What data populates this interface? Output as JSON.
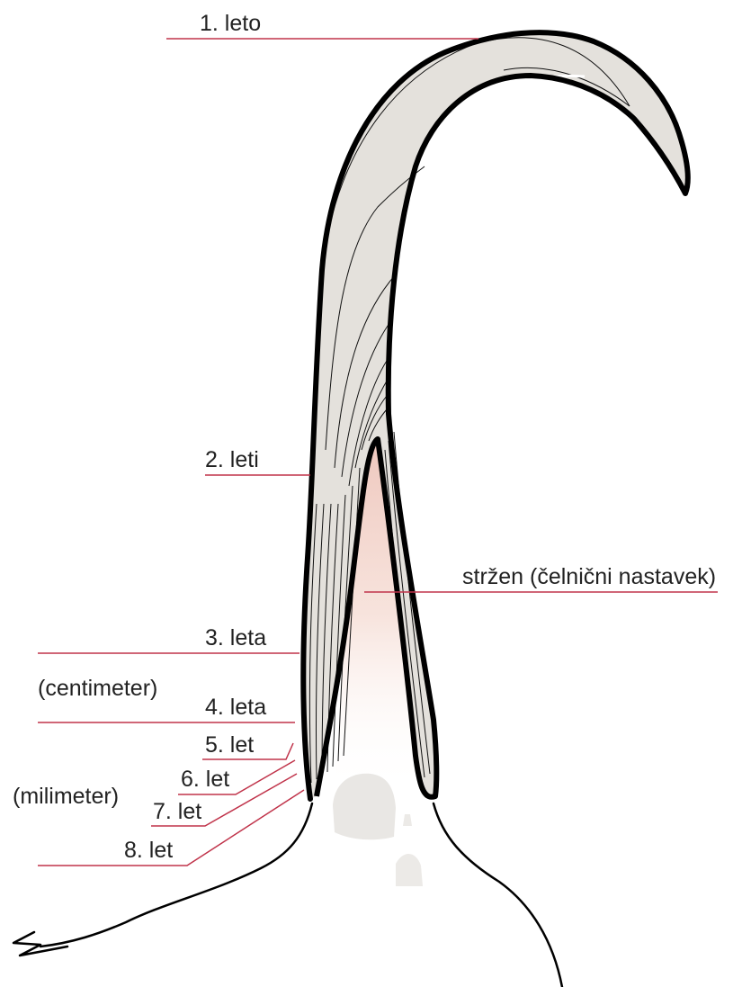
{
  "labels": {
    "year_1": "1. leto",
    "year_2": "2. leti",
    "year_3": "3. leta",
    "year_4": "4. leta",
    "year_5": "5. let",
    "year_6": "6. let",
    "year_7": "7. let",
    "year_8": "8. let",
    "core": "stržen (čelnični nastavek)",
    "centimeter": "(centimeter)",
    "millimeter": "(milimeter)"
  },
  "colors": {
    "leader_line": "#c0334a",
    "horn_fill": "#e4e1dc",
    "core_fill": "#e9b5a8",
    "outline": "#000000"
  }
}
